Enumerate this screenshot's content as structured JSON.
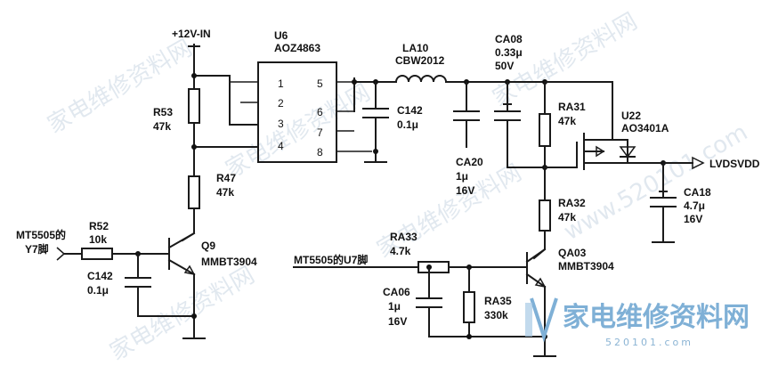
{
  "labels": {
    "supply": "+12V-IN",
    "u6_ref": "U6",
    "u6_part": "AOZ4863",
    "u6_pins": [
      "1",
      "2",
      "3",
      "4",
      "5",
      "6",
      "7",
      "8"
    ],
    "r53_ref": "R53",
    "r53_val": "47k",
    "r47_ref": "R47",
    "r47_val": "47k",
    "la10_ref": "LA10",
    "la10_part": "CBW2012",
    "c142a_ref": "C142",
    "c142a_val": "0.1μ",
    "ca20_ref": "CA20",
    "ca20_val1": "1μ",
    "ca20_val2": "16V",
    "ca08_ref": "CA08",
    "ca08_val1": "0.33μ",
    "ca08_val2": "50V",
    "ra31_ref": "RA31",
    "ra31_val": "47k",
    "u22_ref": "U22",
    "u22_part": "AO3401A",
    "output": "LVDSVDD",
    "ca18_ref": "CA18",
    "ca18_val1": "4.7μ",
    "ca18_val2": "16V",
    "ra32_ref": "RA32",
    "ra32_val": "47k",
    "in1": "MT5505的",
    "in1b": "Y7脚",
    "r52_ref": "R52",
    "r52_val": "10k",
    "q9_ref": "Q9",
    "q9_part": "MMBT3904",
    "c142b_ref": "C142",
    "c142b_val": "0.1μ",
    "in2": "MT5505的U7脚",
    "ra33_ref": "RA33",
    "ra33_val": "4.7k",
    "ca06_ref": "CA06",
    "ca06_val1": "1μ",
    "ca06_val2": "16V",
    "ra35_ref": "RA35",
    "ra35_val": "330k",
    "qa03_ref": "QA03",
    "qa03_part": "MMBT3904"
  },
  "watermark": {
    "logo_text": "家电维修资料网",
    "logo_url": "520101.com",
    "tiles": [
      "家电维修资料网",
      "家电维修资料网",
      "家电维修资料网",
      "www.520101.com",
      "家电维修资料网",
      "家电维修资料网"
    ]
  },
  "colors": {
    "ink": "#1a1a1a",
    "logo": "#7fb0d6",
    "watermark": "#c9d7e3"
  }
}
